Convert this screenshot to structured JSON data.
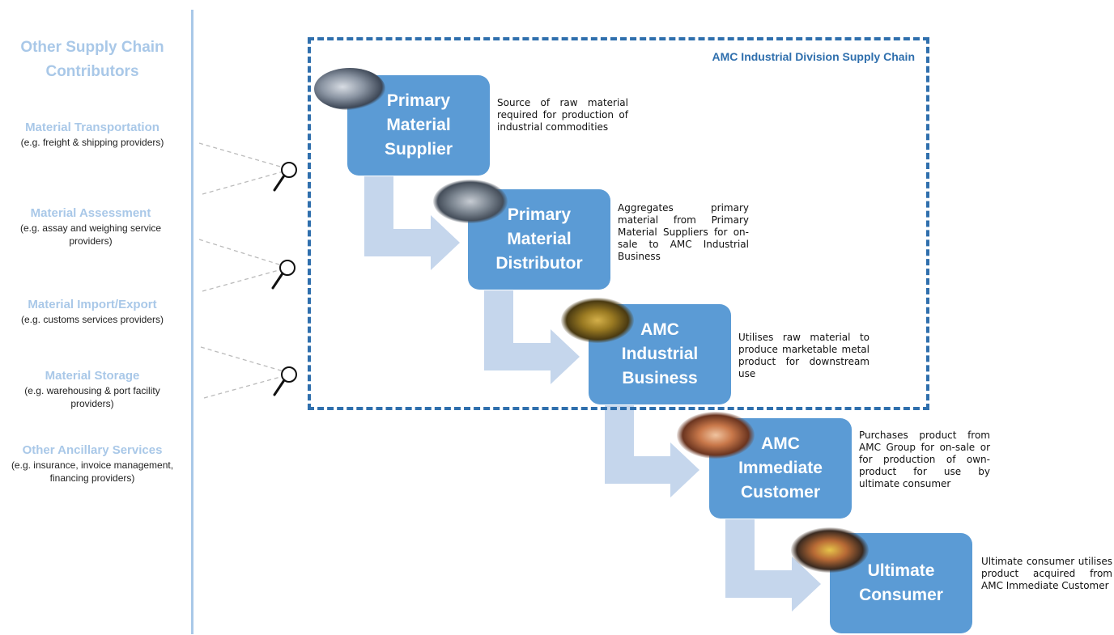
{
  "sidebar": {
    "title": "Other Supply Chain Contributors",
    "title_line1": "Other Supply Chain",
    "title_line2": "Contributors",
    "categories": [
      {
        "title": "Material Transportation",
        "desc": "(e.g. freight & shipping providers)"
      },
      {
        "title": "Material Assessment",
        "desc": "(e.g. assay and weighing service providers)"
      },
      {
        "title": "Material Import/Export",
        "desc": "(e.g. customs services providers)"
      },
      {
        "title": "Material Storage",
        "desc": "(e.g. warehousing & port facility providers)"
      },
      {
        "title": "Other Ancillary Services",
        "desc": "(e.g. insurance, invoice management, financing providers)"
      }
    ]
  },
  "division": {
    "title": "AMC Industrial Division Supply Chain"
  },
  "stages": [
    {
      "label": "Primary Material Supplier",
      "desc": "Source of raw material required for production of industrial commodities"
    },
    {
      "label": "Primary Material Distributor",
      "desc": "Aggregates primary material from Primary Material Suppliers for on-sale to AMC Industrial Business"
    },
    {
      "label": "AMC Industrial Business",
      "desc": "Utilises raw material to produce marketable metal product for downstream use"
    },
    {
      "label": "AMC Immediate Customer",
      "desc": "Purchases product from AMC Group for on-sale or for production of own-product for use by ultimate consumer"
    },
    {
      "label": "Ultimate Consumer",
      "desc": "Ultimate consumer utilises product acquired from AMC Immediate Customer"
    }
  ],
  "colors": {
    "stage": "#5b9bd5",
    "arrow": "#c5d6ec",
    "sidebar_text": "#a9c8e8",
    "dashed_border": "#2f6fad"
  },
  "icons": [
    "magnifier-icon",
    "magnifier-icon",
    "magnifier-icon"
  ]
}
